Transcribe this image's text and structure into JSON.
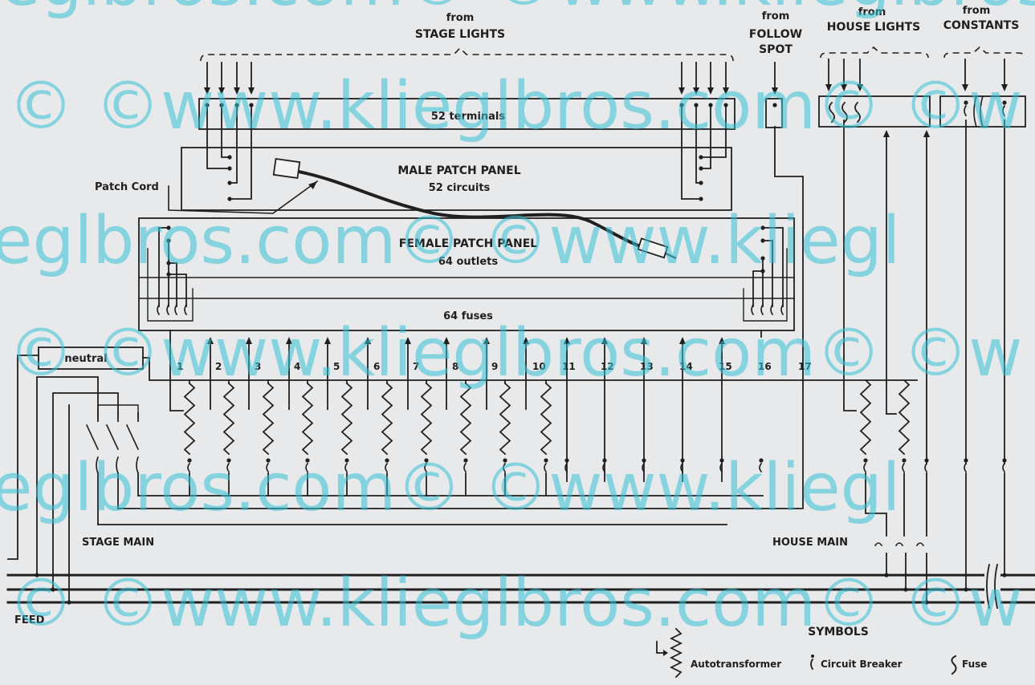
{
  "headers": {
    "stage_lights_from": "from",
    "stage_lights": "STAGE LIGHTS",
    "follow_spot_from": "from",
    "follow_spot_line1": "FOLLOW",
    "follow_spot_line2": "SPOT",
    "house_lights_from": "from",
    "house_lights": "HOUSE LIGHTS",
    "constants_from": "from",
    "constants": "CONSTANTS"
  },
  "panels": {
    "terminals": "52 terminals",
    "male_title": "MALE PATCH PANEL",
    "male_sub": "52 circuits",
    "female_title": "FEMALE PATCH PANEL",
    "female_sub": "64 outlets",
    "fuses": "64 fuses",
    "neutral": "neutral"
  },
  "labels": {
    "patch_cord": "Patch Cord",
    "stage_main": "STAGE MAIN",
    "house_main": "HOUSE MAIN",
    "feed": "FEED"
  },
  "circuit_numbers": [
    "1",
    "2",
    "3",
    "4",
    "5",
    "6",
    "7",
    "8",
    "9",
    "10",
    "11",
    "12",
    "13",
    "14",
    "15",
    "16",
    "17"
  ],
  "symbols": {
    "title": "SYMBOLS",
    "autotransformer": "Autotransformer",
    "circuit_breaker": "Circuit Breaker",
    "fuse": "Fuse"
  },
  "watermark": {
    "line1": "eglbros.com©  ©www.klieglbros.com",
    "line2": "©  ©www.klieglbros.com©  ©w",
    "line3": "eglbros.com©  ©www.kliegl",
    "line4": "©  ©www.klieglbros.com©  ©w",
    "line5": "eglbros.com©  ©www.kliegl"
  }
}
